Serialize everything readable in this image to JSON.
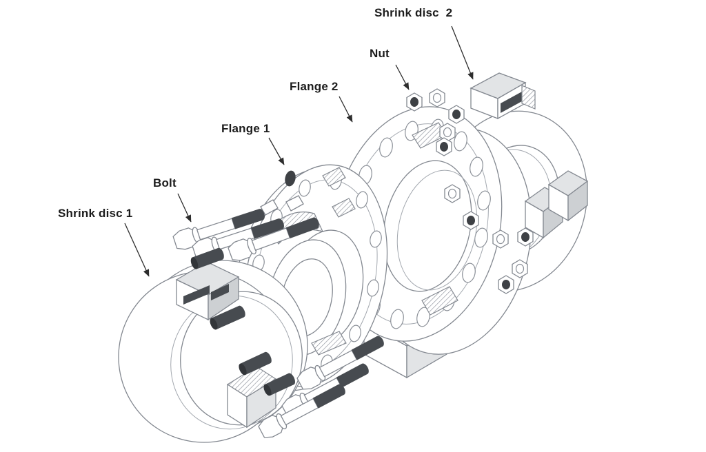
{
  "diagram": {
    "description": "Exploded isometric line drawing of a shrink-disc flange coupling assembly",
    "labels": [
      {
        "id": "shrink-disc-2",
        "text": "Shrink disc  2"
      },
      {
        "id": "nut",
        "text": "Nut"
      },
      {
        "id": "flange-2",
        "text": "Flange 2"
      },
      {
        "id": "flange-1",
        "text": "Flange 1"
      },
      {
        "id": "bolt",
        "text": "Bolt"
      },
      {
        "id": "shrink-disc-1",
        "text": "Shrink disc 1"
      }
    ],
    "colors": {
      "background": "#ffffff",
      "line": "#838890",
      "label_text": "#1c1c1c",
      "dark_fill": "#474b50",
      "light_fill": "#e2e4e6"
    }
  }
}
